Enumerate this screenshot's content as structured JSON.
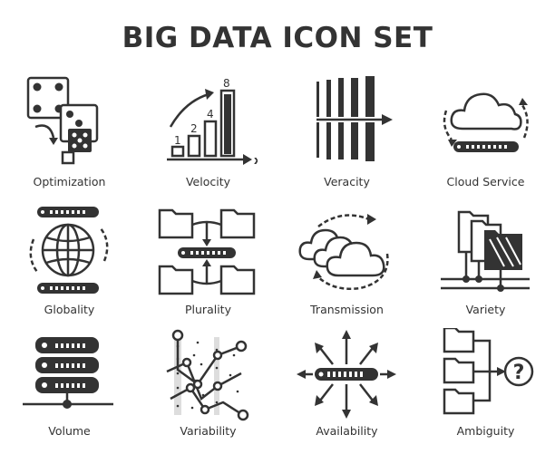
{
  "title": "BIG DATA ICON SET",
  "icons": [
    {
      "label": "Optimization",
      "icon": "dice-icon"
    },
    {
      "label": "Velocity",
      "icon": "growth-bars-icon"
    },
    {
      "label": "Veracity",
      "icon": "lines-arrow-icon"
    },
    {
      "label": "Cloud Service",
      "icon": "cloud-server-icon"
    },
    {
      "label": "Globality",
      "icon": "globe-server-icon"
    },
    {
      "label": "Plurality",
      "icon": "folders-server-icon"
    },
    {
      "label": "Transmission",
      "icon": "clouds-cycle-icon"
    },
    {
      "label": "Variety",
      "icon": "server-network-icon"
    },
    {
      "label": "Volume",
      "icon": "server-stack-icon"
    },
    {
      "label": "Variability",
      "icon": "random-graph-icon"
    },
    {
      "label": "Availability",
      "icon": "server-arrows-icon"
    },
    {
      "label": "Ambiguity",
      "icon": "folders-question-icon"
    }
  ],
  "velocity_numbers": [
    "1",
    "2",
    "4",
    "8"
  ],
  "velocity_axis": "x",
  "ambiguity_mark": "?",
  "colors": {
    "ink": "#333333",
    "background": "#ffffff"
  }
}
